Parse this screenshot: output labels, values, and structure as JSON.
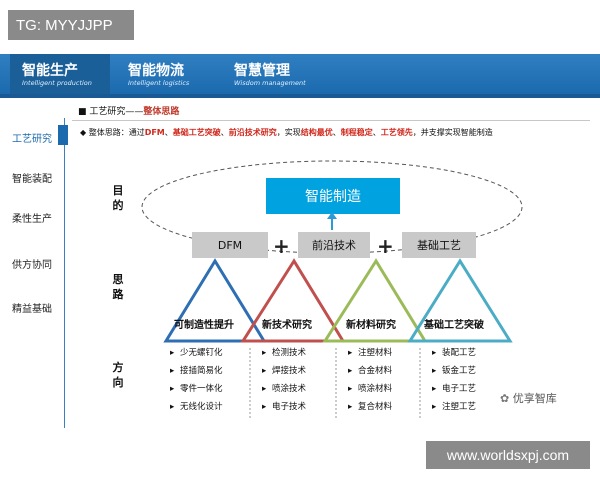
{
  "watermark_tag": "TG: MYYJJPP",
  "watermark_url": "www.worldsxpj.com",
  "wechat_badge": "优享智库",
  "tabs": [
    {
      "title": "智能生产",
      "subtitle": "Intelligent production"
    },
    {
      "title": "智能物流",
      "subtitle": "Intelligent logistics"
    },
    {
      "title": "智慧管理",
      "subtitle": "Wisdom management"
    }
  ],
  "sidebar": [
    "工艺研究",
    "智能装配",
    "柔性生产",
    "供方协同",
    "精益基础"
  ],
  "section": {
    "prefix": "■ 工艺研究——",
    "accent": "整体思路"
  },
  "summary": {
    "lead": "◆ 整体思路：通过",
    "dfm": "DFM",
    "c1": "、",
    "jcgy": "基础工艺突破",
    "c2": "、",
    "qyjs": "前沿技术研究",
    "mid": "，实现",
    "jgzy": "结构最优",
    "c3": "、",
    "zcwd": "制程稳定",
    "c4": "、",
    "gylx": "工艺领先",
    "tail": "，并支撑实现智能制造"
  },
  "row_labels": {
    "goal": [
      "目",
      "的"
    ],
    "idea": [
      "思",
      "路"
    ],
    "direction": [
      "方",
      "向"
    ]
  },
  "goal_box": "智能制造",
  "inputs": [
    "DFM",
    "前沿技术",
    "基础工艺"
  ],
  "plus": "+",
  "triangles": [
    {
      "label": "可制造性提升",
      "color": "#2e6fb3",
      "items": [
        "少无螺钉化",
        "接插简易化",
        "零件一体化",
        "无线化设计"
      ]
    },
    {
      "label": "新技术研究",
      "color": "#c0504d",
      "items": [
        "检测技术",
        "焊接技术",
        "喷涂技术",
        "电子技术"
      ]
    },
    {
      "label": "新材料研究",
      "color": "#9bbb59",
      "items": [
        "注塑材料",
        "合金材料",
        "喷涂材料",
        "复合材料"
      ]
    },
    {
      "label": "基础工艺突破",
      "color": "#4bacc6",
      "items": [
        "装配工艺",
        "钣金工艺",
        "电子工艺",
        "注塑工艺"
      ]
    }
  ],
  "bullet": "▸"
}
